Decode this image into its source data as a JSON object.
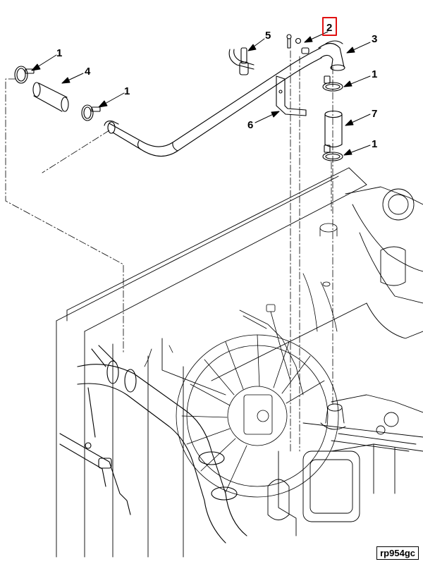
{
  "callouts": {
    "c1a": "1",
    "c1b": "1",
    "c1c": "1",
    "c1d": "1",
    "c2": "2",
    "c3": "3",
    "c4": "4",
    "c5": "5",
    "c6": "6",
    "c7": "7"
  },
  "highlighted_callout": "2",
  "highlight_color": "#e01010",
  "reference_code": "rp954gc"
}
